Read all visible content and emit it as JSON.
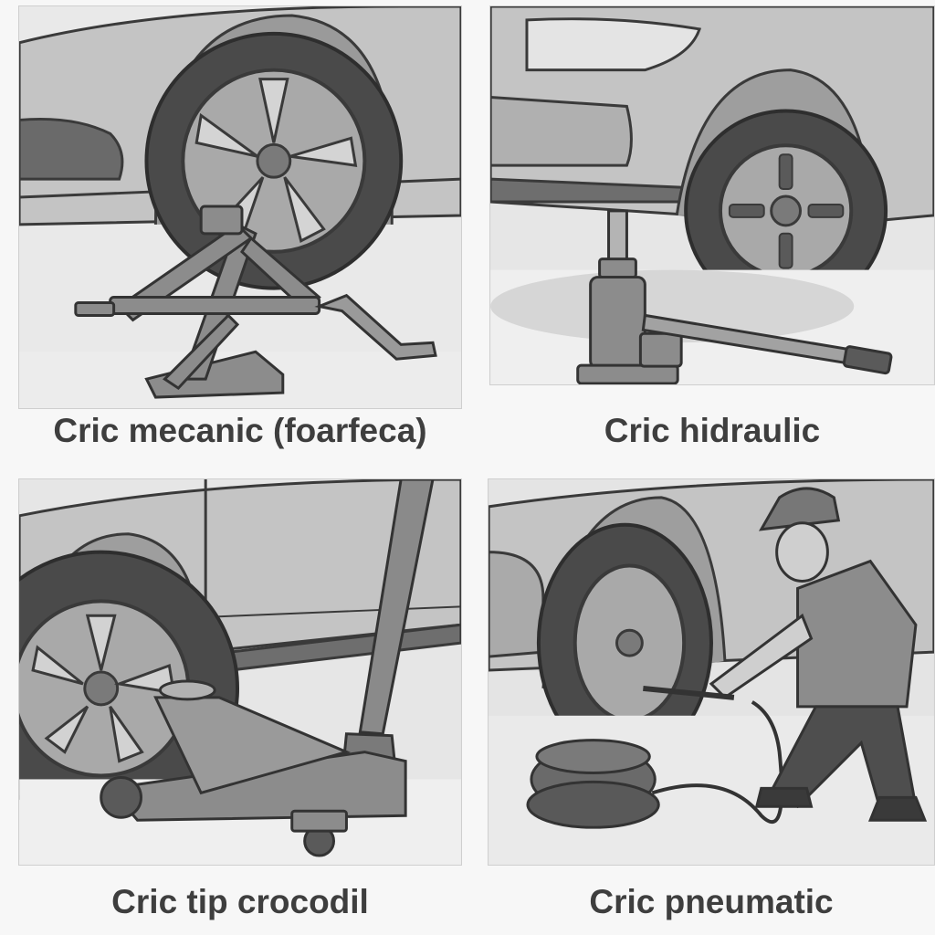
{
  "panels": [
    {
      "caption": "Cric mecanic (foarfeca)"
    },
    {
      "caption": "Cric hidraulic"
    },
    {
      "caption": "Cric tip crocodil"
    },
    {
      "caption": "Cric pneumatic"
    }
  ],
  "colors": {
    "background": "#f7f7f7",
    "panel": "#d8d8d8",
    "car_body": "#c4c4c4",
    "tire": "#4a4a4a",
    "rim": "#a9a9a9",
    "jack": "#8c8c8c",
    "outline": "#3a3a3a",
    "caption_text": "#3e3e3e"
  },
  "icons": [
    "scissor-jack-illustration",
    "bottle-jack-illustration",
    "floor-jack-illustration",
    "air-bag-jack-illustration"
  ]
}
